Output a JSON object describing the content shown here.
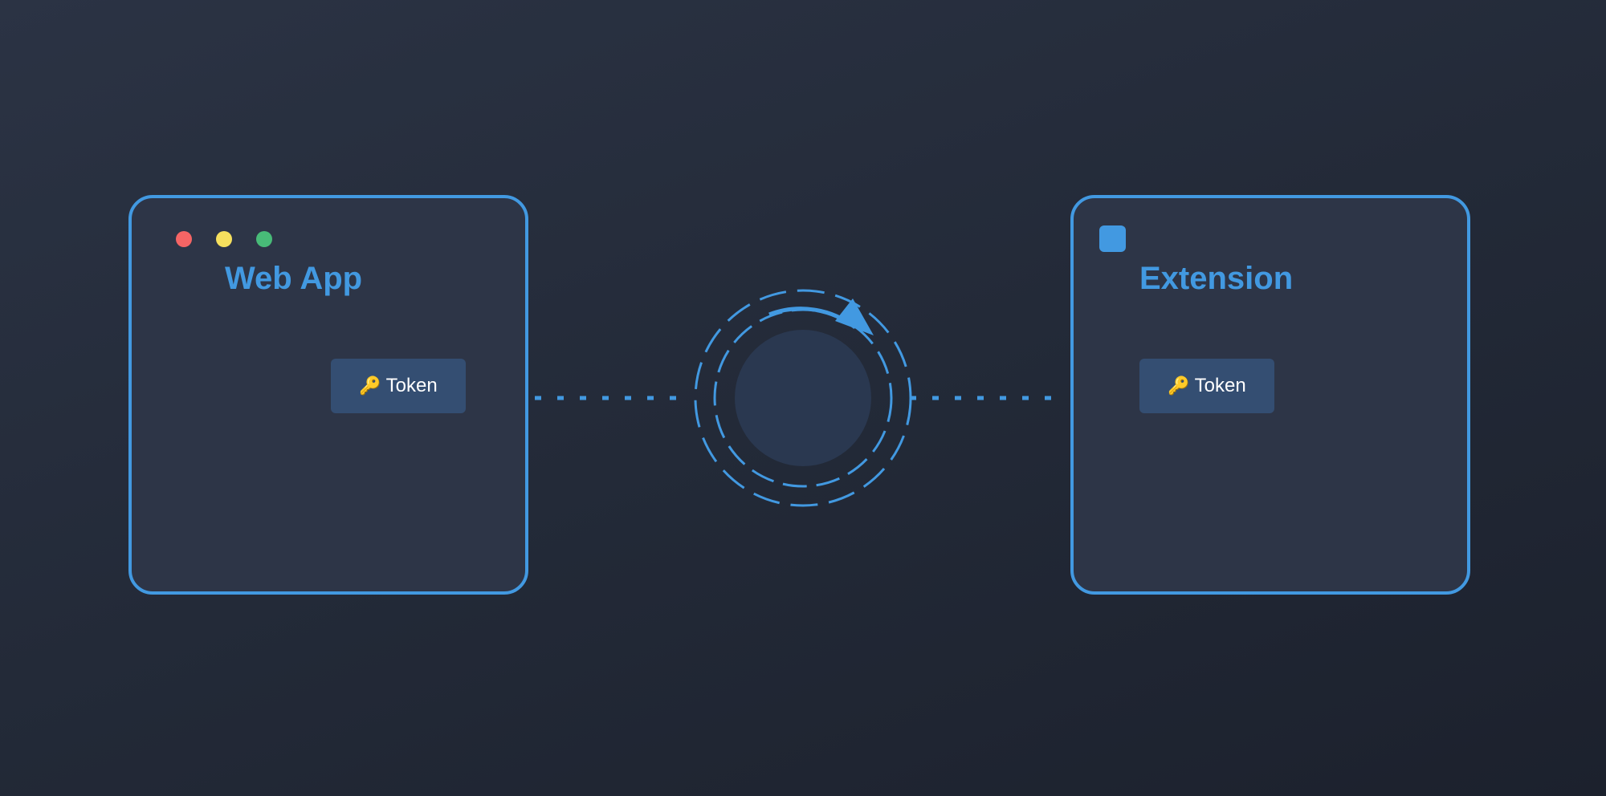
{
  "colors": {
    "accent": "#4299e1",
    "panel_bg": "#2d3547",
    "token_bg": "#344e72",
    "hub_fill": "#2a3850",
    "dot_red": "#f56565",
    "dot_yellow": "#f6e05e",
    "dot_green": "#48bb78"
  },
  "webapp": {
    "title": "Web App",
    "token_icon": "key-icon",
    "token_label": "Token",
    "window_controls": [
      "red-dot",
      "yellow-dot",
      "green-dot"
    ]
  },
  "extension": {
    "title": "Extension",
    "icon": "extension-square-icon",
    "token_icon": "key-icon",
    "token_label": "Token"
  },
  "hub": {
    "icon": "sync-rotate-icon"
  }
}
